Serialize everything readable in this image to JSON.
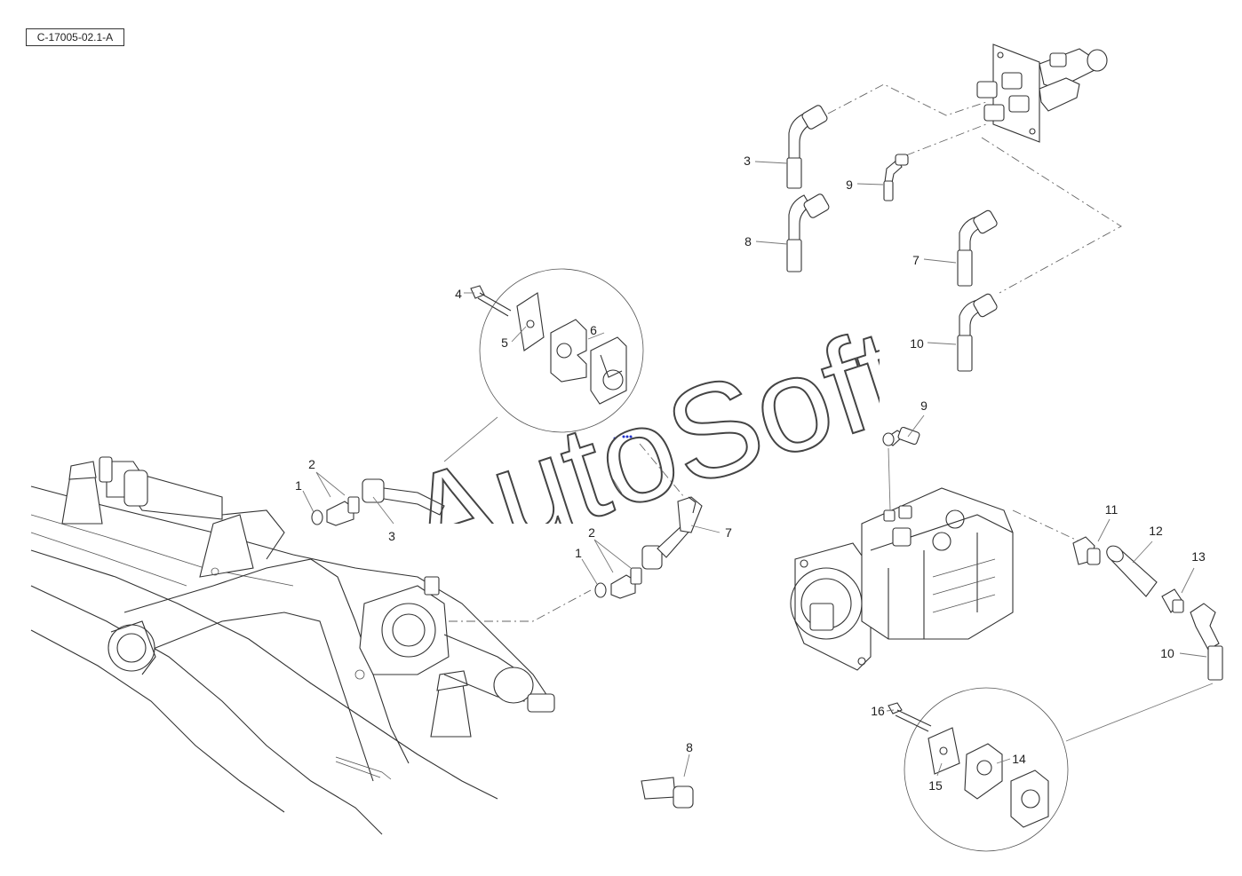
{
  "reference_code": "C-17005-02.1-A",
  "watermark": "AutoSoft",
  "callouts": {
    "c1a": "1",
    "c2a": "2",
    "c3a": "3",
    "c4": "4",
    "c5": "5",
    "c6": "6",
    "c1b": "1",
    "c2b": "2",
    "c7a": "7",
    "c8a": "8",
    "c3b": "3",
    "c9a": "9",
    "c8b": "8",
    "c7b": "7",
    "c10a": "10",
    "c9b": "9",
    "c11": "11",
    "c12": "12",
    "c13": "13",
    "c10b": "10",
    "c16": "16",
    "c15": "15",
    "c14": "14"
  }
}
